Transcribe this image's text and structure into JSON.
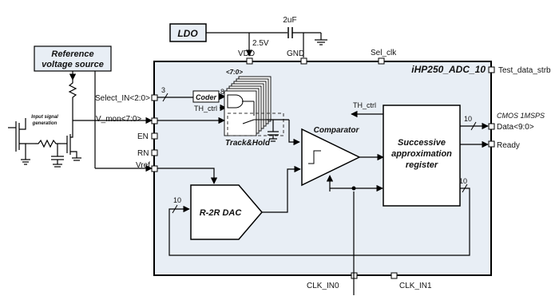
{
  "blocks": {
    "ldo": "LDO",
    "reference_line1": "Reference",
    "reference_line2": "voltage source",
    "input_signal_line1": "Input signal",
    "input_signal_line2": "generation",
    "chip_title": "iHP250_ADC_10",
    "coder": "Coder",
    "comparator": "Comparator",
    "track_hold": "Track&Hold",
    "sar_line1": "Successive",
    "sar_line2": "approximation",
    "sar_line3": "register",
    "dac": "R-2R DAC",
    "tag": "CMOS  1MSPS"
  },
  "supply": {
    "cap": "2uF",
    "voltage": "2.5V"
  },
  "pins": {
    "vdd": "VDD",
    "gnd": "GND",
    "sel_clk": "Sel_clk",
    "test_data_strb": "Test_data_strb",
    "select_in": "Select_IN<2:0>",
    "v_mon": "V_mon<7:0>",
    "en": "EN",
    "rn": "RN",
    "vref": "Vref",
    "data": "Data<9:0>",
    "ready": "Ready",
    "clk_in0": "CLK_IN0",
    "clk_in1": "CLK_IN1"
  },
  "signals": {
    "th_ctrl_1": "TH_ctrl",
    "th_ctrl_2": "TH_ctrl",
    "bus_sel_width": "3",
    "bus_coder_width": "8",
    "bus_array": "<7:0>",
    "bus_data_width": "10",
    "bus_dac_width": "10",
    "bus_fb_width": "10"
  }
}
